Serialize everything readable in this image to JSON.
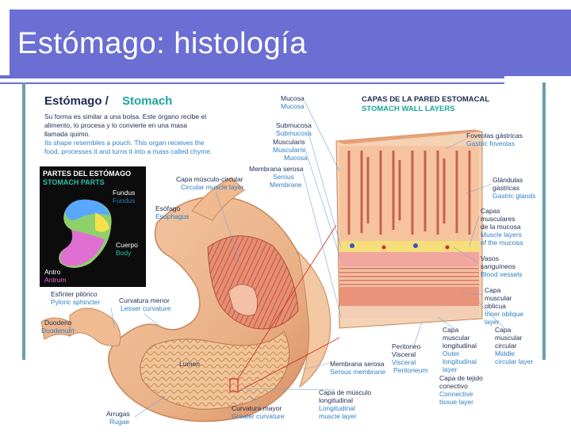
{
  "slide": {
    "title": "Estómago: histología"
  },
  "header": {
    "title_es": "Estómago /",
    "title_en": "Stomach",
    "desc_es_1": "Su forma es similar a una bolsa. Este órgano recibe el",
    "desc_es_2": "alimento, lo procesa y lo convierte en una masa",
    "desc_es_3": "llamada quimo.",
    "desc_en_1": "Its shape resembles a pouch. This organ receives the",
    "desc_en_2": "food, processes it and turns it into a mass called chyme."
  },
  "parts_box": {
    "title_es": "PARTES DEL ESTÓMAGO",
    "title_en": "STOMACH PARTS",
    "fundus_es": "Fundus",
    "fundus_en": "Fundus",
    "cuerpo_es": "Cuerpo",
    "cuerpo_en": "Body",
    "antro_es": "Antro",
    "antro_en": "Antrum"
  },
  "wall_title": {
    "es": "CAPAS DE LA PARED ESTOMACAL",
    "en": "STOMACH WALL LAYERS"
  },
  "labels": {
    "mucosa": {
      "es": "Mucosa",
      "en": "Mucosa"
    },
    "submucosa": {
      "es": "Submucosa",
      "en": "Submucosa"
    },
    "muscularis": {
      "es": "Muscularis",
      "en1": "Muscularis",
      "en2": "Mucosa"
    },
    "membrana_serosa_top": {
      "es": "Membrana serosa",
      "en1": "Serous",
      "en2": "Membrane"
    },
    "capa_circular": {
      "es": "Capa músculo-circular",
      "en": "Circular muscle layer"
    },
    "esofago": {
      "es": "Esófago",
      "en": "Esophagus"
    },
    "foveolas": {
      "es": "Foveolas gástricas",
      "en": "Gastric foveolas"
    },
    "glandulas": {
      "es1": "Glándulas",
      "es2": "gástricas",
      "en": "Gastric glands"
    },
    "capas_musc": {
      "es1": "Capas",
      "es2": "musculares",
      "es3": "de la mucosa",
      "en1": "Muscle layers",
      "en2": "of the mucosa"
    },
    "vasos": {
      "es1": "Vasos",
      "es2": "sanguíneos",
      "en": "Blood vessels"
    },
    "obliqua": {
      "es1": "Capa",
      "es2": "muscular",
      "es3": "oblicua",
      "en1": "Inner oblique",
      "en2": "layer"
    },
    "esfinter": {
      "es": "Esfínter pilórico",
      "en": "Pyloric sphincter"
    },
    "curv_menor": {
      "es": "Curvatura menor",
      "en": "Lesser curvature"
    },
    "duodeno": {
      "es": "Duodeno",
      "en": "Duodenum"
    },
    "lumen": {
      "es": "Lumen"
    },
    "membrana_serosa_bot": {
      "es": "Membrana serosa",
      "en": "Serous membrane"
    },
    "peritoneo": {
      "es1": "Peritoneo",
      "es2": "Visceral",
      "en1": "Visceral",
      "en2": "Peritoneum"
    },
    "longitudinal": {
      "es1": "Capa",
      "es2": "muscular",
      "es3": "longitudinal",
      "en1": "Outer",
      "en2": "longitudinal",
      "en3": "layer"
    },
    "circular": {
      "es1": "Capa",
      "es2": "muscular",
      "es3": "circular",
      "en1": "Middle",
      "en2": "circular layer"
    },
    "conectivo": {
      "es1": "Capa de tejido",
      "es2": "conectivo",
      "en1": "Connective",
      "en2": "tissue layer"
    },
    "musc_long": {
      "es1": "Capa de músculo",
      "es2": "longitudinal",
      "en1": "Longitudinal",
      "en2": "muscle layer"
    },
    "curv_mayor": {
      "es": "Curvatura mayor",
      "en": "Greater curvature"
    },
    "arrugas": {
      "es": "Arrugas",
      "en": "Rugae"
    }
  },
  "colors": {
    "band": "#6b6ed3",
    "side_bar": "#6aa0a8",
    "label_es": "#1d2c52",
    "label_en": "#2e7fc4",
    "title_en": "#1aa69a",
    "wall_title": "#1d2c52",
    "wall_title_en": "#1aa69a",
    "parts_title": "#ffffff",
    "parts_title_en": "#2cc0a8"
  }
}
